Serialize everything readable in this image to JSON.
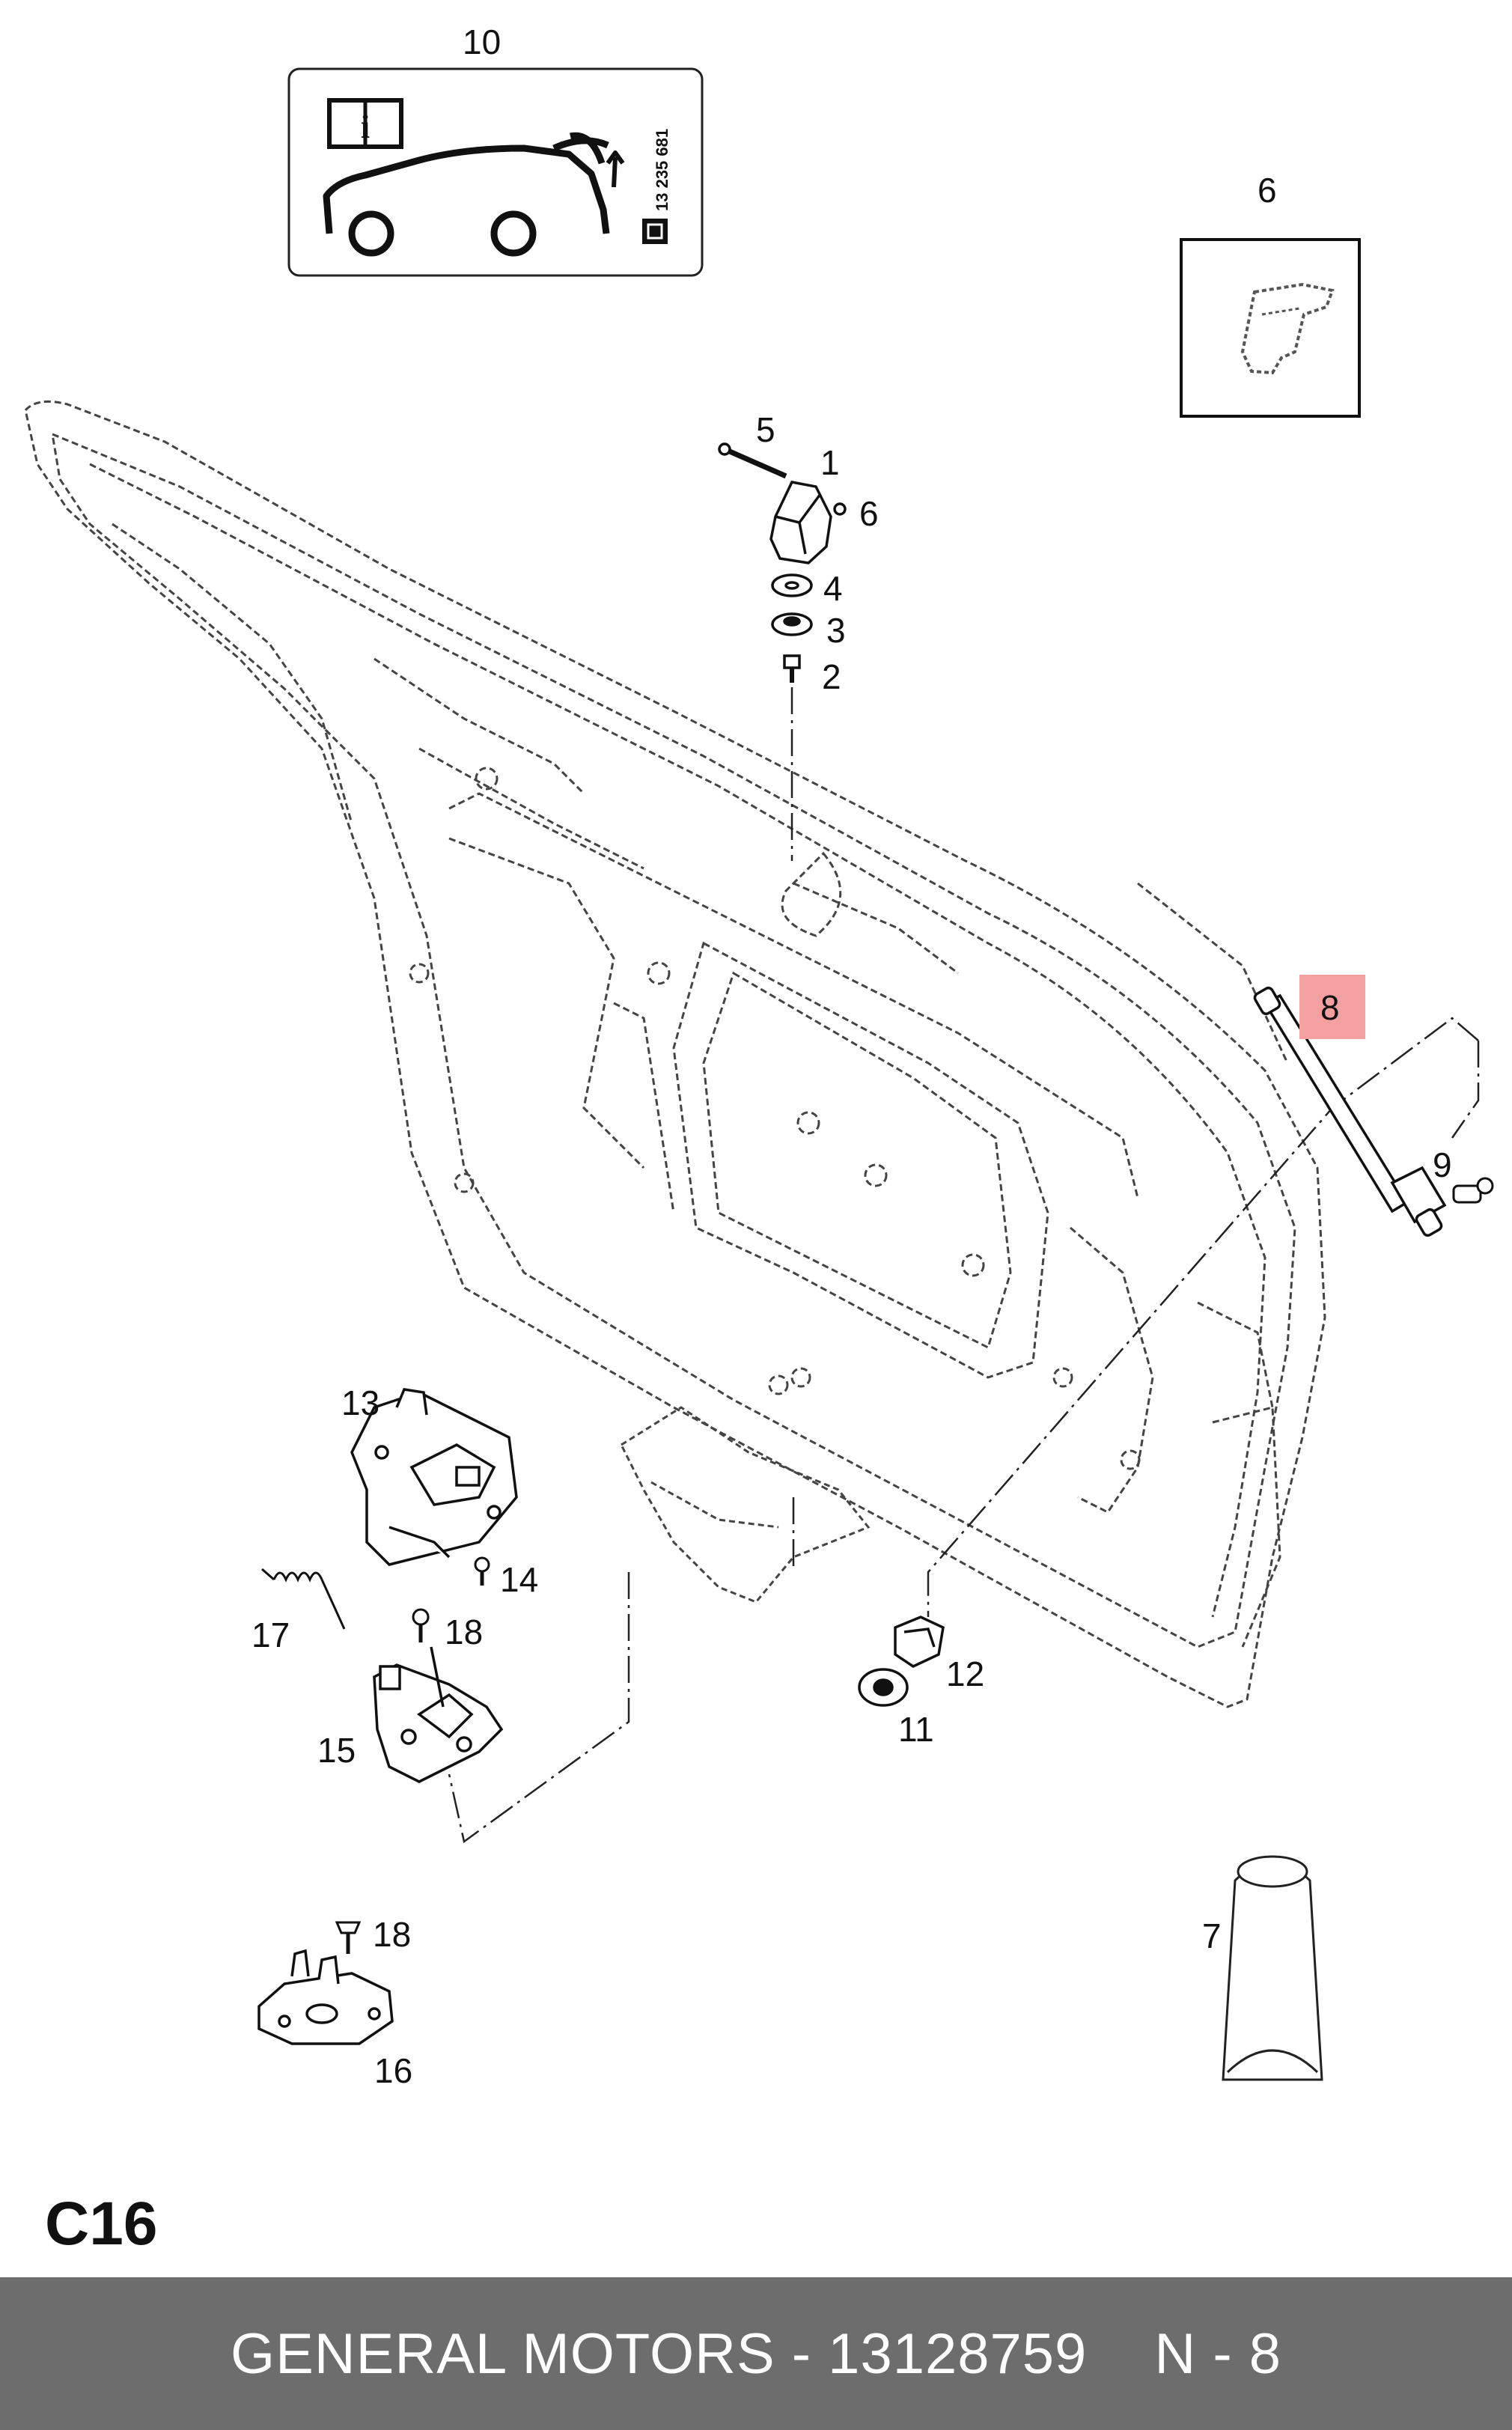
{
  "callouts": {
    "c1": "1",
    "c2": "2",
    "c3": "3",
    "c4": "4",
    "c5": "5",
    "c6a": "6",
    "c6b": "6",
    "c7": "7",
    "c8": "8",
    "c9": "9",
    "c10": "10",
    "c11": "11",
    "c12": "12",
    "c13": "13",
    "c14": "14",
    "c15": "15",
    "c16": "16",
    "c17": "17",
    "c18a": "18",
    "c18b": "18"
  },
  "label_sticker_number": "13 235 681",
  "section_code": "C16",
  "footer": {
    "brand_part": "GENERAL MOTORS - 13128759",
    "ref": "N - 8"
  },
  "colors": {
    "highlight": "#f4a0a0",
    "footer_bg": "#6d6d6d",
    "line": "#222222"
  }
}
